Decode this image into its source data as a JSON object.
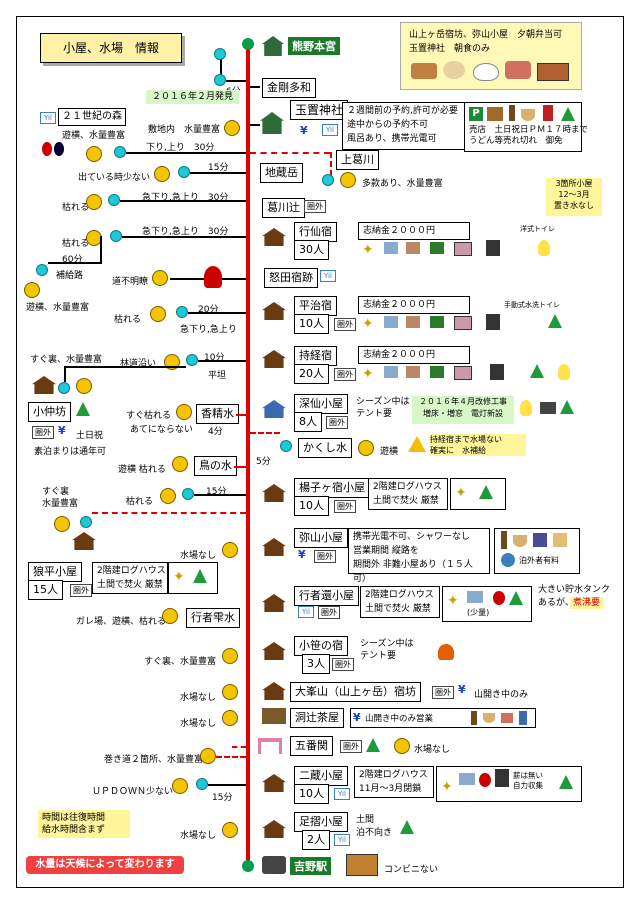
{
  "title": "小屋、水場　情報",
  "legend": {
    "lines": [
      "山上ヶ岳宿坊、弥山小屋　夕朝弁当可",
      "玉置神社　朝食のみ"
    ]
  },
  "notes": {
    "found_2016": "２０１６年２月発見",
    "three_huts": "3箇所小屋\n12～3月\n置き水なし",
    "time_note": "時間は往復時間\n給水時間含まず",
    "water_note": "水量は天候によって変わります",
    "kakushi_warning": "持経宿まで水場ない\n確実に　水補給",
    "fukasen_notice": "２０１６年４月改修工事\n増床・増窓　電灯新設"
  },
  "stations": {
    "kumano": "熊野本宮",
    "yoshino": "吉野駅",
    "yoshino_note": "コンビニない"
  },
  "places": {
    "kongo": "金剛多和",
    "tamaki": "玉置神社",
    "tamaki_info": [
      "２週間前の予約,許可が必要",
      "途中からの予約不可",
      "風呂あり、携帯光電可"
    ],
    "tamaki_shop": "売店　土日祝日ＰＭ１７時まで\nうどん等売れ切れ　御免",
    "kamikuzu": "上葛川",
    "kamikuzu_note": "多款あり、水量豊富",
    "jizo": "地蔵岳",
    "kuzukawa": "葛川辻",
    "gyosen": "行仙宿",
    "gyosen_fee": "志納金２０００円",
    "gyosen_cap": "30人",
    "gyosen_toilet": "洋式トイレ",
    "nuta": "怒田宿跡",
    "hiraji": "平治宿",
    "hiraji_fee": "志納金２０００円",
    "hiraji_cap": "10人",
    "hiraji_toilet": "手動式水洗トイレ",
    "jikyo": "持経宿",
    "jikyo_fee": "志納金２０００円",
    "jikyo_cap": "20人",
    "fukasen": "深仙小屋",
    "fukasen_cap": "8人",
    "fukasen_info": "シーズン中は\nテント要",
    "kosei": "香精水",
    "kosei_min": "4分",
    "kakushi": "かくし水",
    "kakushi_note": "遊横",
    "torinomizu": "鳥の水",
    "nakabo": "小仲坊",
    "nakabo_info": "素泊まりは通年可",
    "nakabo_day": "土日祝",
    "kusunoki": "楊子ヶ宿小屋",
    "kusunoki_cap": "10人",
    "kusunoki_info": "2階建ログハウス\n土間で焚火 厳禁",
    "misen": "弥山小屋",
    "misen_info": [
      "携帯光電不可、シャワーなし",
      "営業期間 縦路を",
      "期間外 非難小屋あり（１５人可）"
    ],
    "misen_fee": "泊外者有料",
    "onao": "狼平小屋",
    "onao_cap": "15人",
    "onao_info": "2階建ログハウス\n土間で焚火 厳禁",
    "gyoja": "行者還小屋",
    "gyoja_info": "2階建ログハウス\n土間で焚火 厳禁",
    "gyoja_small": "(少量)",
    "gyoja_note": "大きい貯水タンク\nあるが、",
    "gyoja_boil": "煮沸要",
    "gyoja_water": "行者雫水",
    "kozasa": "小笹の宿",
    "kozasa_cap": "3人",
    "kozasa_info": "シーズン中は\nテント要",
    "sanjo": "大峯山（山上ヶ岳）宿坊",
    "sanjo_note": "山開き中のみ",
    "dorotsuji": "洞辻茶屋",
    "dorotsuji_note": "山開き中のみ営業",
    "gobanseki": "五番関",
    "gobanseki_water": "水場なし",
    "nizo": "二蔵小屋",
    "nizo_cap": "10人",
    "nizo_info": "2階建ログハウス\n11月～3月閉鎖",
    "nizo_stove": "薪は無い\n自力収集",
    "ashizuri": "足摺小屋",
    "ashizuri_cap": "2人",
    "ashizuri_info": "土間\n泊不向き"
  },
  "left": {
    "21seiki": "２１世紀の森",
    "21seiki_note": "遊横、水量豊富",
    "shikichinai": "敷地内　水量豊富",
    "dekakeru": "出ている時少ない",
    "kareru1": "枯れる",
    "kareru2": "枯れる",
    "hokyuro": "補給路",
    "yugyo": "遊横、水量豊富",
    "michi_fumei": "道不明瞭",
    "kareru3": "枯れる",
    "sugu_ura": "すぐ裏、水量豊富",
    "rindo": "林道沿い",
    "heitan": "平坦",
    "sugu_kareru": "すぐ枯れる",
    "atenaranai": "あてにならない",
    "yugyo_kareru": "遊横 枯れる",
    "kareru4": "枯れる",
    "sugu_ura2": "すぐ裏\n水量豊富",
    "mizuba_nashi1": "水場なし",
    "gare": "ガレ場、遊横、枯れる",
    "sugu_ura3": "すぐ裏、水量豊富",
    "mizuba_nashi2": "水場なし",
    "mizuba_nashi3": "水場なし",
    "makimichi": "巻き道２箇所、水量豊富",
    "updown": "ＵＰＤＯＷＮ少ない",
    "mizuba_nashi4": "水場なし"
  },
  "times": {
    "t6": "6分",
    "t30_1": "下り,上り　30分",
    "t15_1": "15分",
    "t30_2": "急下り,急上り　30分",
    "t30_3": "急下り,急上り　30分",
    "t60": "60分",
    "t20": "20分",
    "t20b": "急下り,急上り",
    "t10": "10分",
    "t5": "5分",
    "t15_2": "15分",
    "t15_3": "15分"
  },
  "badges": {
    "ext": "圏外",
    "p": "P"
  }
}
